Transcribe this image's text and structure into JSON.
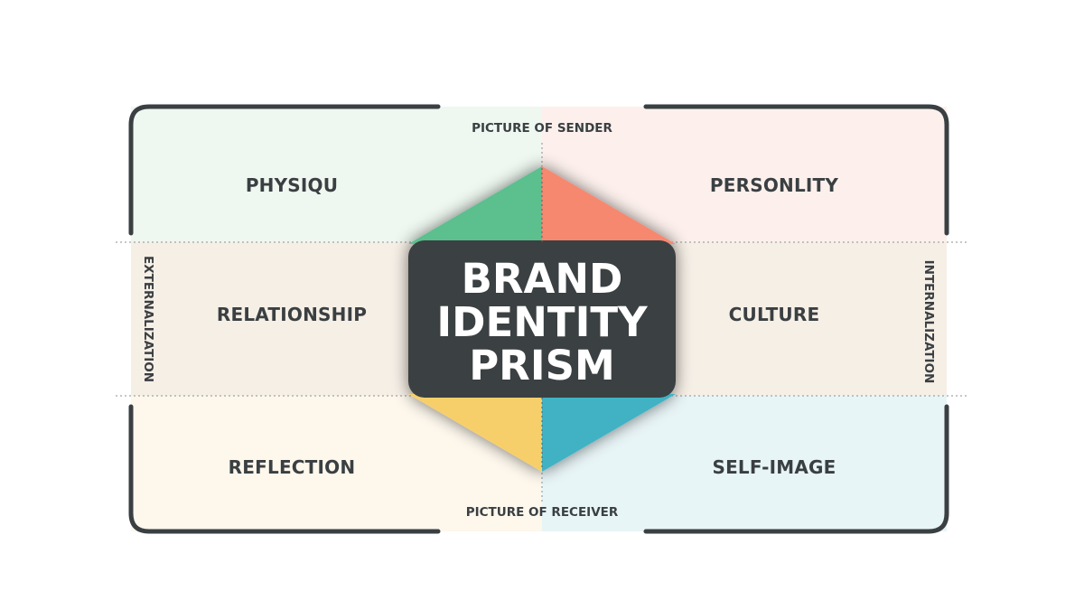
{
  "diagram": {
    "title_lines": [
      "BRAND",
      "IDENTITY",
      "PRISM"
    ],
    "top_label": "PICTURE OF SENDER",
    "bottom_label": "PICTURE OF RECEIVER",
    "left_label": "EXTERNALIZATION",
    "right_label": "INTERNALIZATION",
    "facets": {
      "physique": "PHYSIQU",
      "personality": "PERSONLITY",
      "relationship": "RELATIONSHIP",
      "culture": "CULTURE",
      "reflection": "REFLECTION",
      "self_image": "SELF-IMAGE"
    },
    "colors": {
      "outline": "#3a3f42",
      "hexagon_center": "#3a3f42",
      "segment_top_left": "#5bbf8e",
      "segment_top_right": "#f68870",
      "segment_bottom_left": "#f7cf6b",
      "segment_bottom_right": "#3fb2c4",
      "bg_top_left": "#eef7f0",
      "bg_top_right": "#fdf0ec",
      "bg_middle": "#f6efe6",
      "bg_bottom_left": "#fdf7ec",
      "bg_bottom_right": "#e8f5f7"
    }
  }
}
